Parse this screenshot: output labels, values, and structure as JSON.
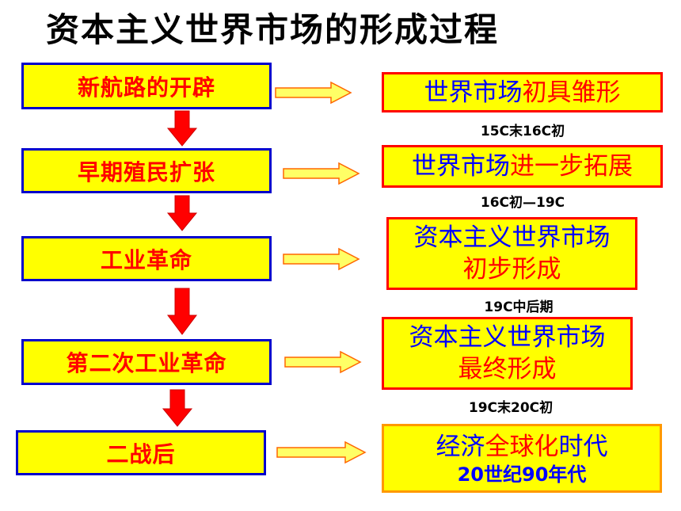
{
  "title": "资本主义世界市场的形成过程",
  "stages": [
    {
      "label": "新航路的开辟"
    },
    {
      "label": "早期殖民扩张"
    },
    {
      "label": "工业革命"
    },
    {
      "label": "第二次工业革命"
    },
    {
      "label": "二战后"
    }
  ],
  "results": [
    {
      "line1_a": "世界市场",
      "line1_b": "初具雏形",
      "period": "15C末16C初"
    },
    {
      "line1_a": "世界市场",
      "line1_b": "进一步拓展",
      "period": "16C初—19C"
    },
    {
      "line1": "资本主义世界市场",
      "line2": "初步形成",
      "period": "19C中后期"
    },
    {
      "line1": "资本主义世界市场",
      "line2": "最终形成",
      "period": "19C末20C初"
    },
    {
      "line1_a": "经济",
      "line1_b": "全球化",
      "line1_c": "时代",
      "line2": "20世纪90年代"
    }
  ],
  "colors": {
    "box_fill": "#ffff00",
    "left_border": "#0000cc",
    "right_border": "#ff0000",
    "last_border": "#ff9900",
    "emphasis_red": "#ff0000",
    "text_blue": "#0000ff",
    "down_arrow": "#ff0000",
    "right_arrow_fill": "#ffff66",
    "right_arrow_stroke": "#ff6600"
  }
}
